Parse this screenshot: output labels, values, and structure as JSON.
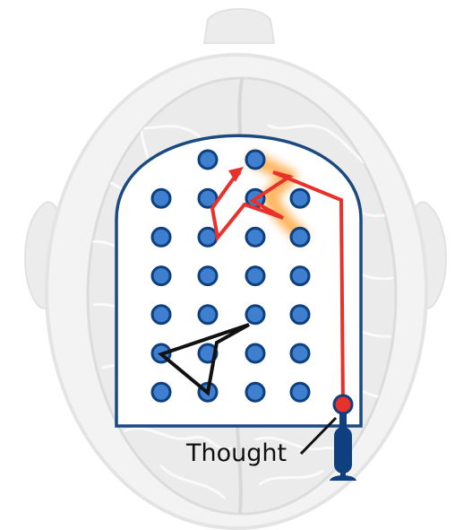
{
  "labels": {
    "thought": "Thought"
  },
  "colors": {
    "electrode_fill": "#3f7fcf",
    "electrode_stroke": "#0e3f7e",
    "frame_stroke": "#1a4a80",
    "active_path": "#e8312b",
    "glow": "#ffa63d",
    "inactive_path": "#111111",
    "head_fill": "#efefef",
    "brain_fill": "#ececec",
    "brain_folds": "#ffffff"
  },
  "electrode_grid": {
    "rows": 7,
    "columns": 4
  }
}
